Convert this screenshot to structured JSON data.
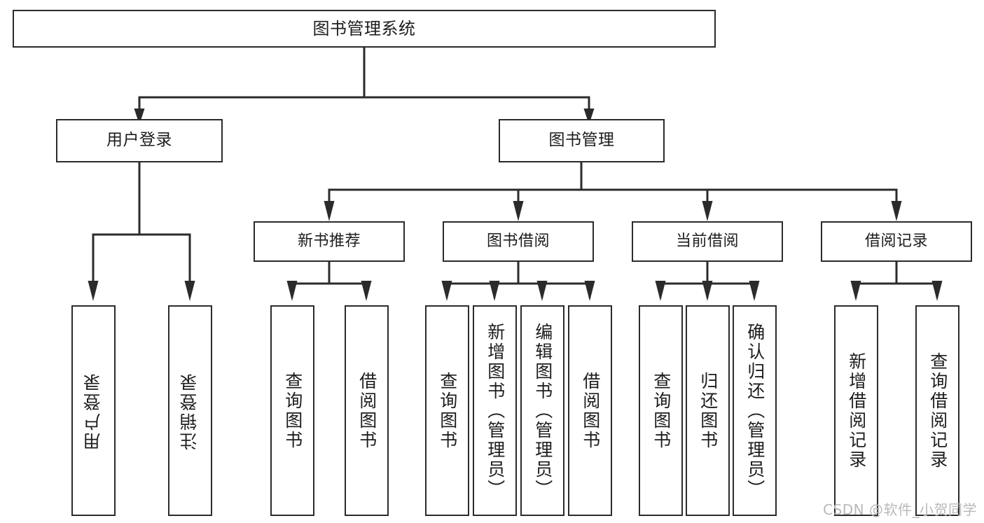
{
  "diagram": {
    "title": "图书管理系统",
    "type": "hierarchy-tree",
    "watermark": "CSDN @软件_小贺同学",
    "colors": {
      "stroke": "#2b2b2b",
      "fill": "#ffffff",
      "text": "#1d1d1d",
      "watermark": "#b9b9b9"
    },
    "nodes": {
      "root": "图书管理系统",
      "level2": {
        "user_login": "用户登录",
        "book_manage": "图书管理"
      },
      "level3": {
        "new_book_rec": "新书推荐",
        "book_borrow": "图书借阅",
        "current_borrow": "当前借阅",
        "borrow_record": "借阅记录"
      },
      "leaves": {
        "user_login_1": "用户登录",
        "user_login_2": "注销登录",
        "new_book_rec_1": "查询图书",
        "new_book_rec_2": "借阅图书",
        "book_borrow_1": "查询图书",
        "book_borrow_2": "新增图书（管理员）",
        "book_borrow_3": "编辑图书（管理员）",
        "book_borrow_4": "借阅图书",
        "current_borrow_1": "查询图书",
        "current_borrow_2": "归还图书",
        "current_borrow_3": "确认归还（管理员）",
        "borrow_record_1": "新增借阅记录",
        "borrow_record_2": "查询借阅记录"
      }
    },
    "edges": [
      {
        "from": "图书管理系统",
        "to": "用户登录"
      },
      {
        "from": "图书管理系统",
        "to": "图书管理"
      },
      {
        "from": "用户登录",
        "to": "用户登录"
      },
      {
        "from": "用户登录",
        "to": "注销登录"
      },
      {
        "from": "图书管理",
        "to": "新书推荐"
      },
      {
        "from": "图书管理",
        "to": "图书借阅"
      },
      {
        "from": "图书管理",
        "to": "当前借阅"
      },
      {
        "from": "图书管理",
        "to": "借阅记录"
      },
      {
        "from": "新书推荐",
        "to": "查询图书"
      },
      {
        "from": "新书推荐",
        "to": "借阅图书"
      },
      {
        "from": "图书借阅",
        "to": "查询图书"
      },
      {
        "from": "图书借阅",
        "to": "新增图书（管理员）"
      },
      {
        "from": "图书借阅",
        "to": "编辑图书（管理员）"
      },
      {
        "from": "图书借阅",
        "to": "借阅图书"
      },
      {
        "from": "当前借阅",
        "to": "查询图书"
      },
      {
        "from": "当前借阅",
        "to": "归还图书"
      },
      {
        "from": "当前借阅",
        "to": "确认归还（管理员）"
      },
      {
        "from": "借阅记录",
        "to": "新增借阅记录"
      },
      {
        "from": "借阅记录",
        "to": "查询借阅记录"
      }
    ]
  }
}
